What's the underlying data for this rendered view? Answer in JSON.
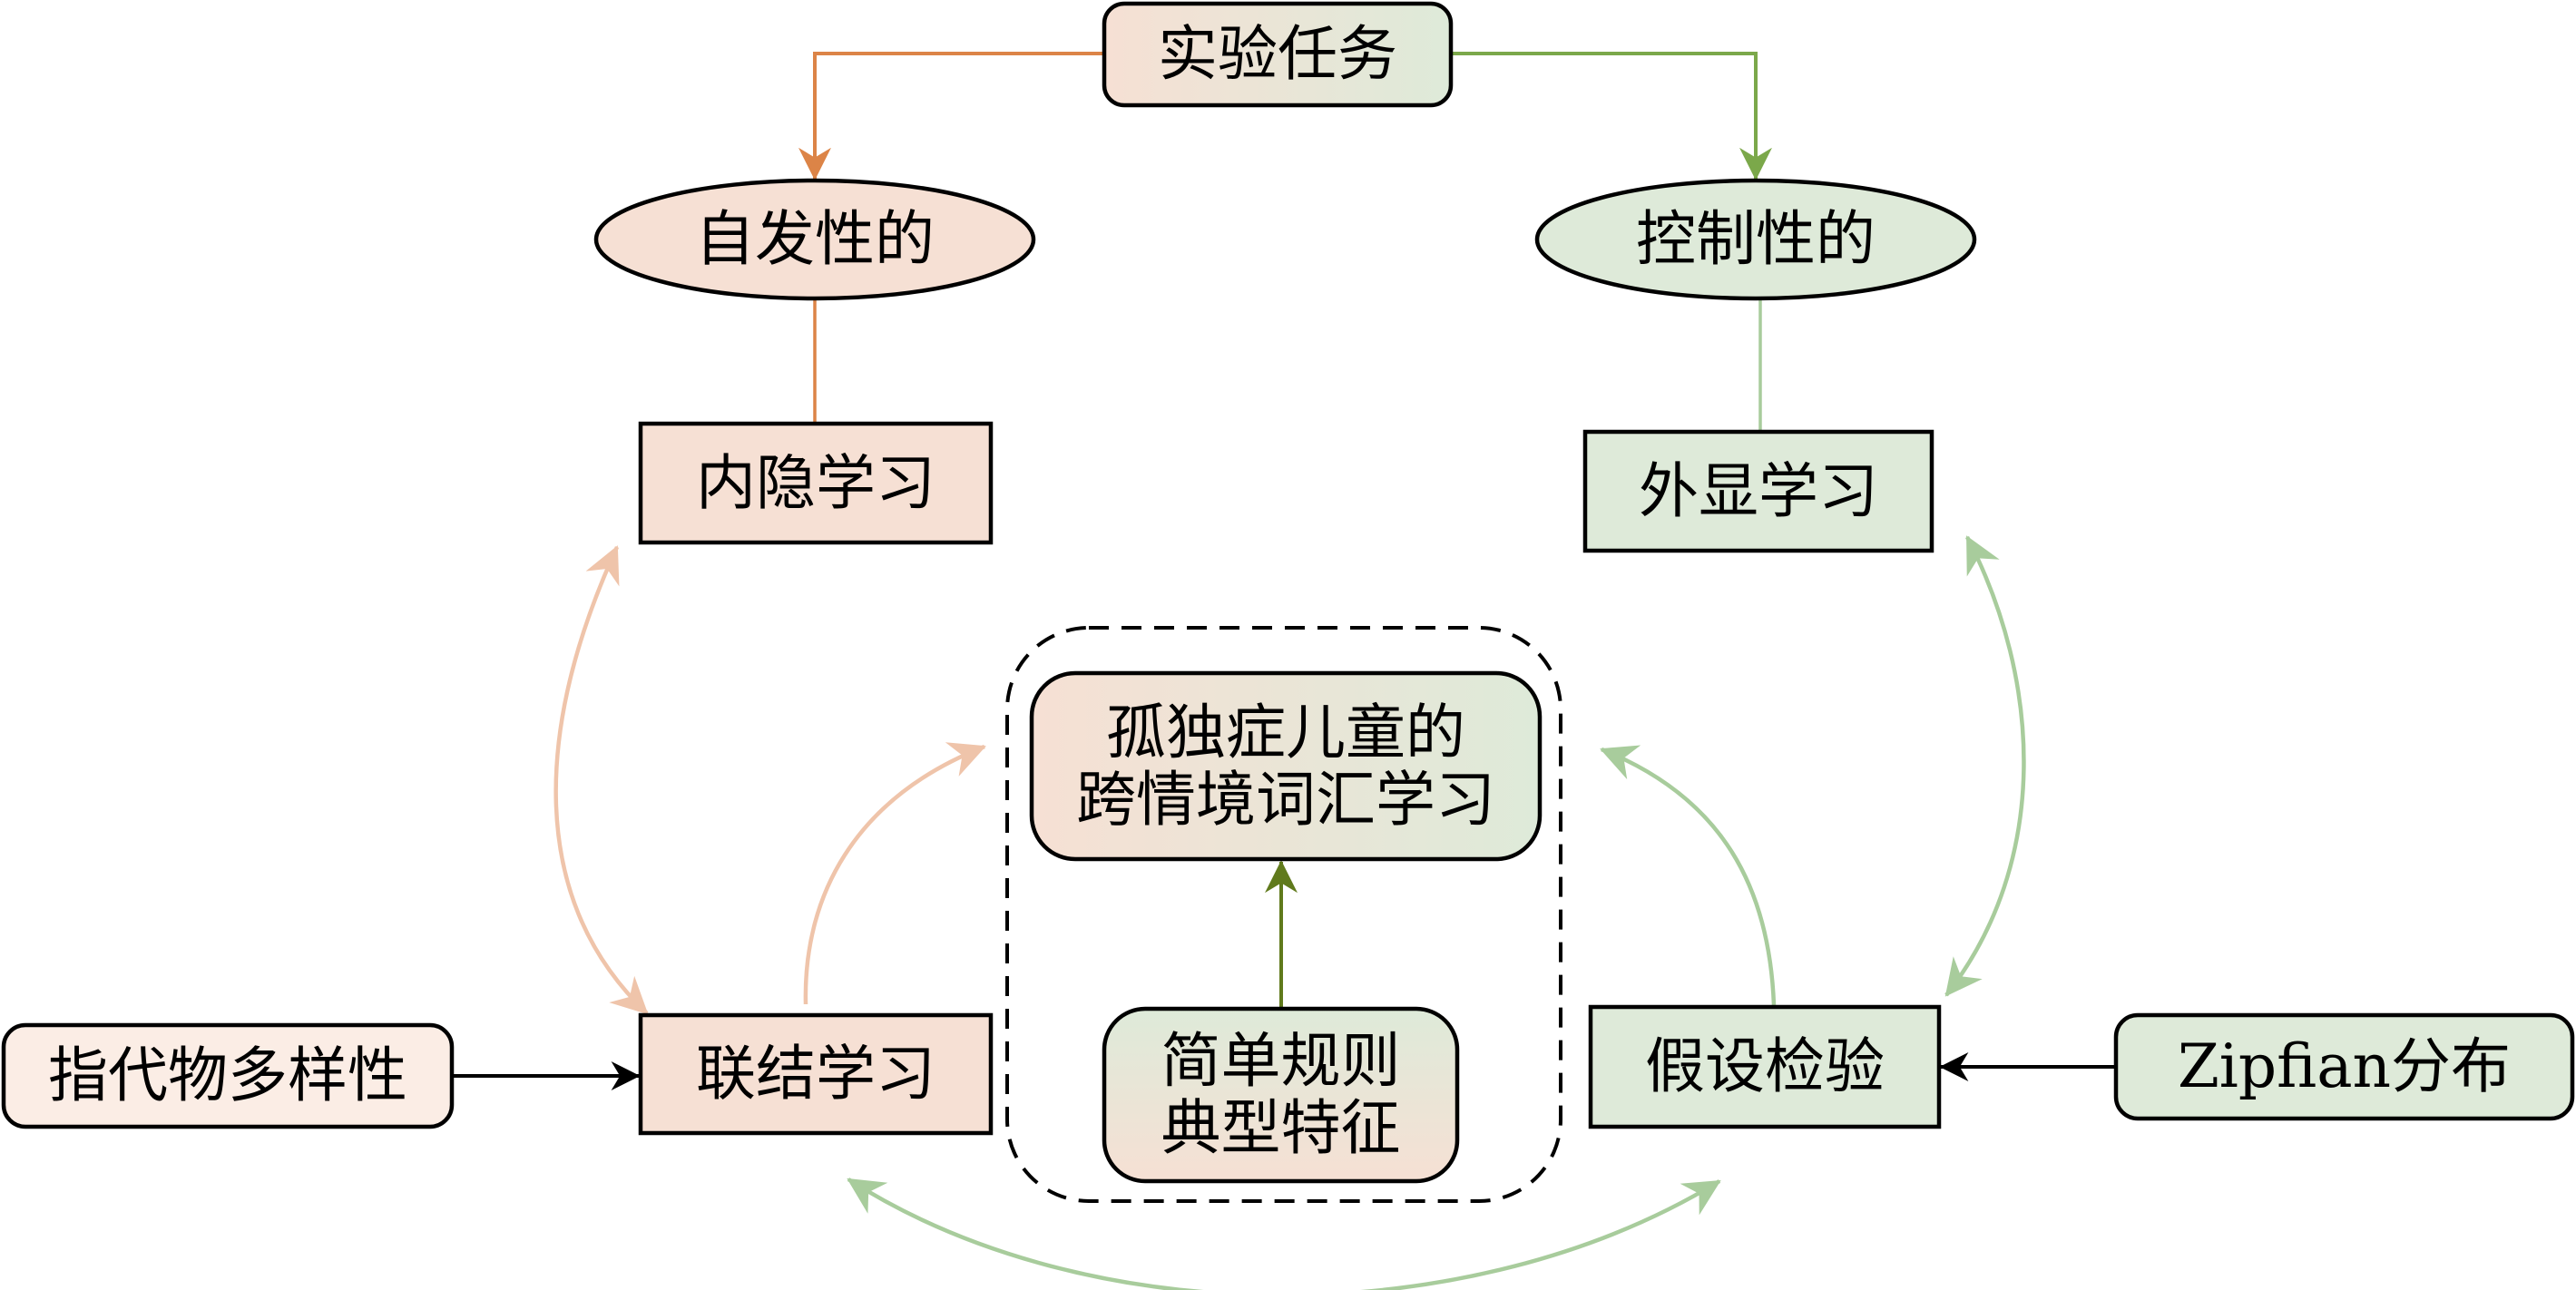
{
  "colors": {
    "peach_fill": "#F6E0D4",
    "light_peach_fill": "#FBEDE5",
    "green_fill": "#DEEAD9",
    "orange_line": "#DC8447",
    "green_line": "#7BA84A",
    "light_orange_arrow": "#EFC4AA",
    "light_green_arrow": "#A8CC9C",
    "dark_green_arrow": "#607A1C",
    "stroke": "#000000"
  },
  "nodes": {
    "task": "实验任务",
    "spontaneous": "自发性的",
    "controlled": "控制性的",
    "implicit": "内隐学习",
    "explicit": "外显学习",
    "associative": "联结学习",
    "hypothesis": "假设检验",
    "referent_variability": "指代物多样性",
    "zipfian": "Zipfian分布",
    "center_line1": "孤独症儿童的",
    "center_line2": "跨情境词汇学习",
    "rules_line1": "简单规则",
    "rules_line2": "典型特征"
  },
  "edges": [
    {
      "from": "实验任务",
      "to": "自发性的",
      "style": "orange arrow"
    },
    {
      "from": "实验任务",
      "to": "控制性的",
      "style": "green arrow"
    },
    {
      "from": "自发性的",
      "to": "内隐学习",
      "style": "orange line"
    },
    {
      "from": "控制性的",
      "to": "外显学习",
      "style": "green line"
    },
    {
      "from": "内隐学习",
      "to": "联结学习",
      "style": "bidirectional light orange"
    },
    {
      "from": "外显学习",
      "to": "假设检验",
      "style": "bidirectional light green"
    },
    {
      "from": "联结学习",
      "to": "孤独症儿童的跨情境词汇学习",
      "style": "light orange curve"
    },
    {
      "from": "假设检验",
      "to": "孤独症儿童的跨情境词汇学习",
      "style": "light green curve"
    },
    {
      "from": "指代物多样性",
      "to": "联结学习",
      "style": "black arrow"
    },
    {
      "from": "Zipfian分布",
      "to": "假设检验",
      "style": "black arrow"
    },
    {
      "from": "简单规则典型特征",
      "to": "孤独症儿童的跨情境词汇学习",
      "style": "dark green arrow"
    },
    {
      "from": "联结学习",
      "to": "假设检验",
      "style": "bidirectional light green bottom arc"
    }
  ]
}
